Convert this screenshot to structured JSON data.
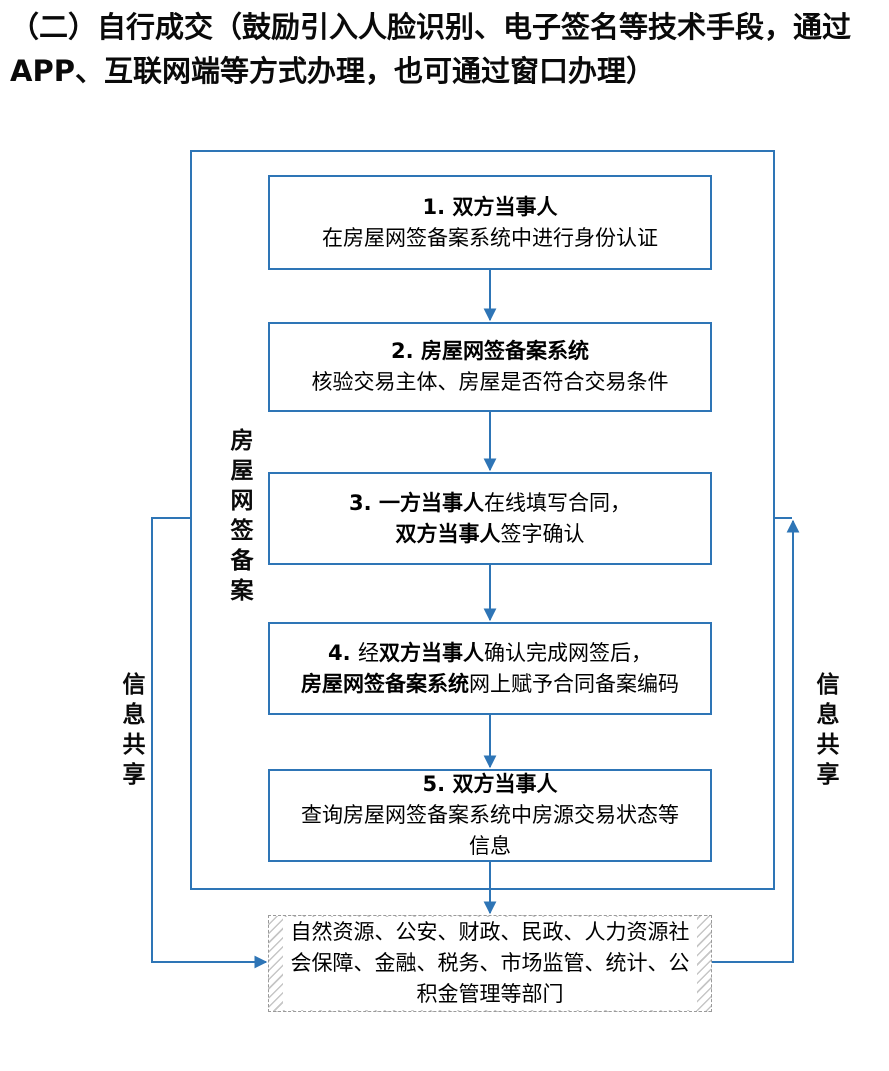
{
  "title": "（二）自行成交（鼓励引入人脸识别、电子签名等技术手段，通过APP、互联网端等方式办理，也可通过窗口办理）",
  "colors": {
    "line_blue": "#2E75B6",
    "text_black": "#000000"
  },
  "side_labels": {
    "system_label": "房屋网签备案",
    "info_share_left": "信息共享",
    "info_share_right": "信息共享"
  },
  "flow": {
    "steps": [
      {
        "lines": [
          [
            {
              "t": "1. 双方当事人",
              "b": true
            }
          ],
          [
            {
              "t": "在房屋网签备案系统中进行身份认证",
              "b": false
            }
          ]
        ]
      },
      {
        "lines": [
          [
            {
              "t": "2. 房屋网签备案系统",
              "b": true
            }
          ],
          [
            {
              "t": "核验交易主体、房屋是否符合交易条件",
              "b": false
            }
          ]
        ]
      },
      {
        "lines": [
          [
            {
              "t": "3. 一方当事人",
              "b": true
            },
            {
              "t": "在线填写合同，",
              "b": false
            }
          ],
          [
            {
              "t": "双方当事人",
              "b": true
            },
            {
              "t": "签字确认",
              "b": false
            }
          ]
        ]
      },
      {
        "lines": [
          [
            {
              "t": "4. ",
              "b": true
            },
            {
              "t": "经",
              "b": false
            },
            {
              "t": "双方当事人",
              "b": true
            },
            {
              "t": "确认完成网签后，",
              "b": false
            }
          ],
          [
            {
              "t": "房屋网签备案系统",
              "b": true
            },
            {
              "t": "网上赋予合同备案编码",
              "b": false
            }
          ]
        ]
      },
      {
        "lines": [
          [
            {
              "t": "5. 双方当事人",
              "b": true
            }
          ],
          [
            {
              "t": "查询房屋网签备案系统中房源交易状态等信息",
              "b": false
            }
          ]
        ]
      }
    ]
  },
  "departments_box": {
    "text": "自然资源、公安、财政、民政、人力资源社会保障、金融、税务、市场监管、统计、公积金管理等部门"
  }
}
